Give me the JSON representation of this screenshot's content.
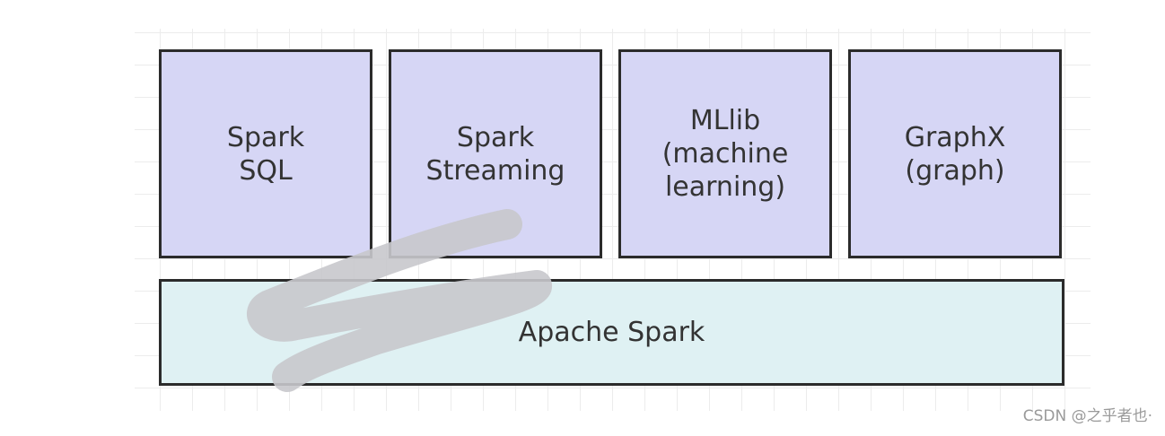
{
  "modules": [
    {
      "lines": [
        "Spark",
        "SQL"
      ]
    },
    {
      "lines": [
        "Spark",
        "Streaming"
      ]
    },
    {
      "lines": [
        "MLlib",
        "(machine",
        "learning)"
      ]
    },
    {
      "lines": [
        "GraphX",
        "(graph)"
      ]
    }
  ],
  "base": {
    "label": "Apache Spark"
  },
  "watermark": "CSDN @之乎者也·",
  "colors": {
    "module_fill": "#d6d6f5",
    "base_fill": "#dff1f3",
    "border": "#2b2b2b",
    "scribble": "#c8c8cc"
  }
}
